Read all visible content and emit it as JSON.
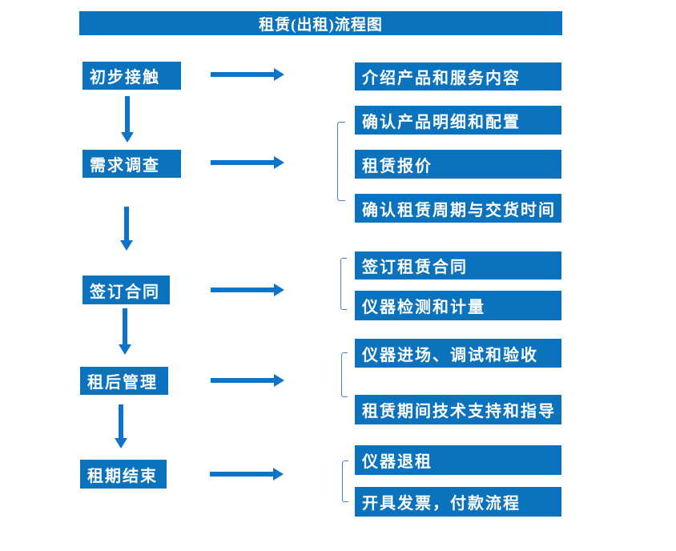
{
  "title": "租赁(出租)流程图",
  "colors": {
    "box_blue": "#0b72be",
    "arrow_blue": "#0e74c8",
    "bracket_blue": "#4a7ec0",
    "text_white": "#ffffff",
    "background": "#ffffff"
  },
  "stages": [
    {
      "name": "初步接触",
      "details": [
        "介绍产品和服务内容"
      ]
    },
    {
      "name": "需求调查",
      "details": [
        "确认产品明细和配置",
        "租赁报价",
        "确认租赁周期与交货时间"
      ]
    },
    {
      "name": "签订合同",
      "details": [
        "签订租赁合同",
        "仪器检测和计量"
      ]
    },
    {
      "name": "租后管理",
      "details": [
        "仪器进场、调试和验收",
        "租赁期间技术支持和指导"
      ]
    },
    {
      "name": "租期结束",
      "details": [
        "仪器退租",
        "开具发票，付款流程"
      ]
    }
  ]
}
